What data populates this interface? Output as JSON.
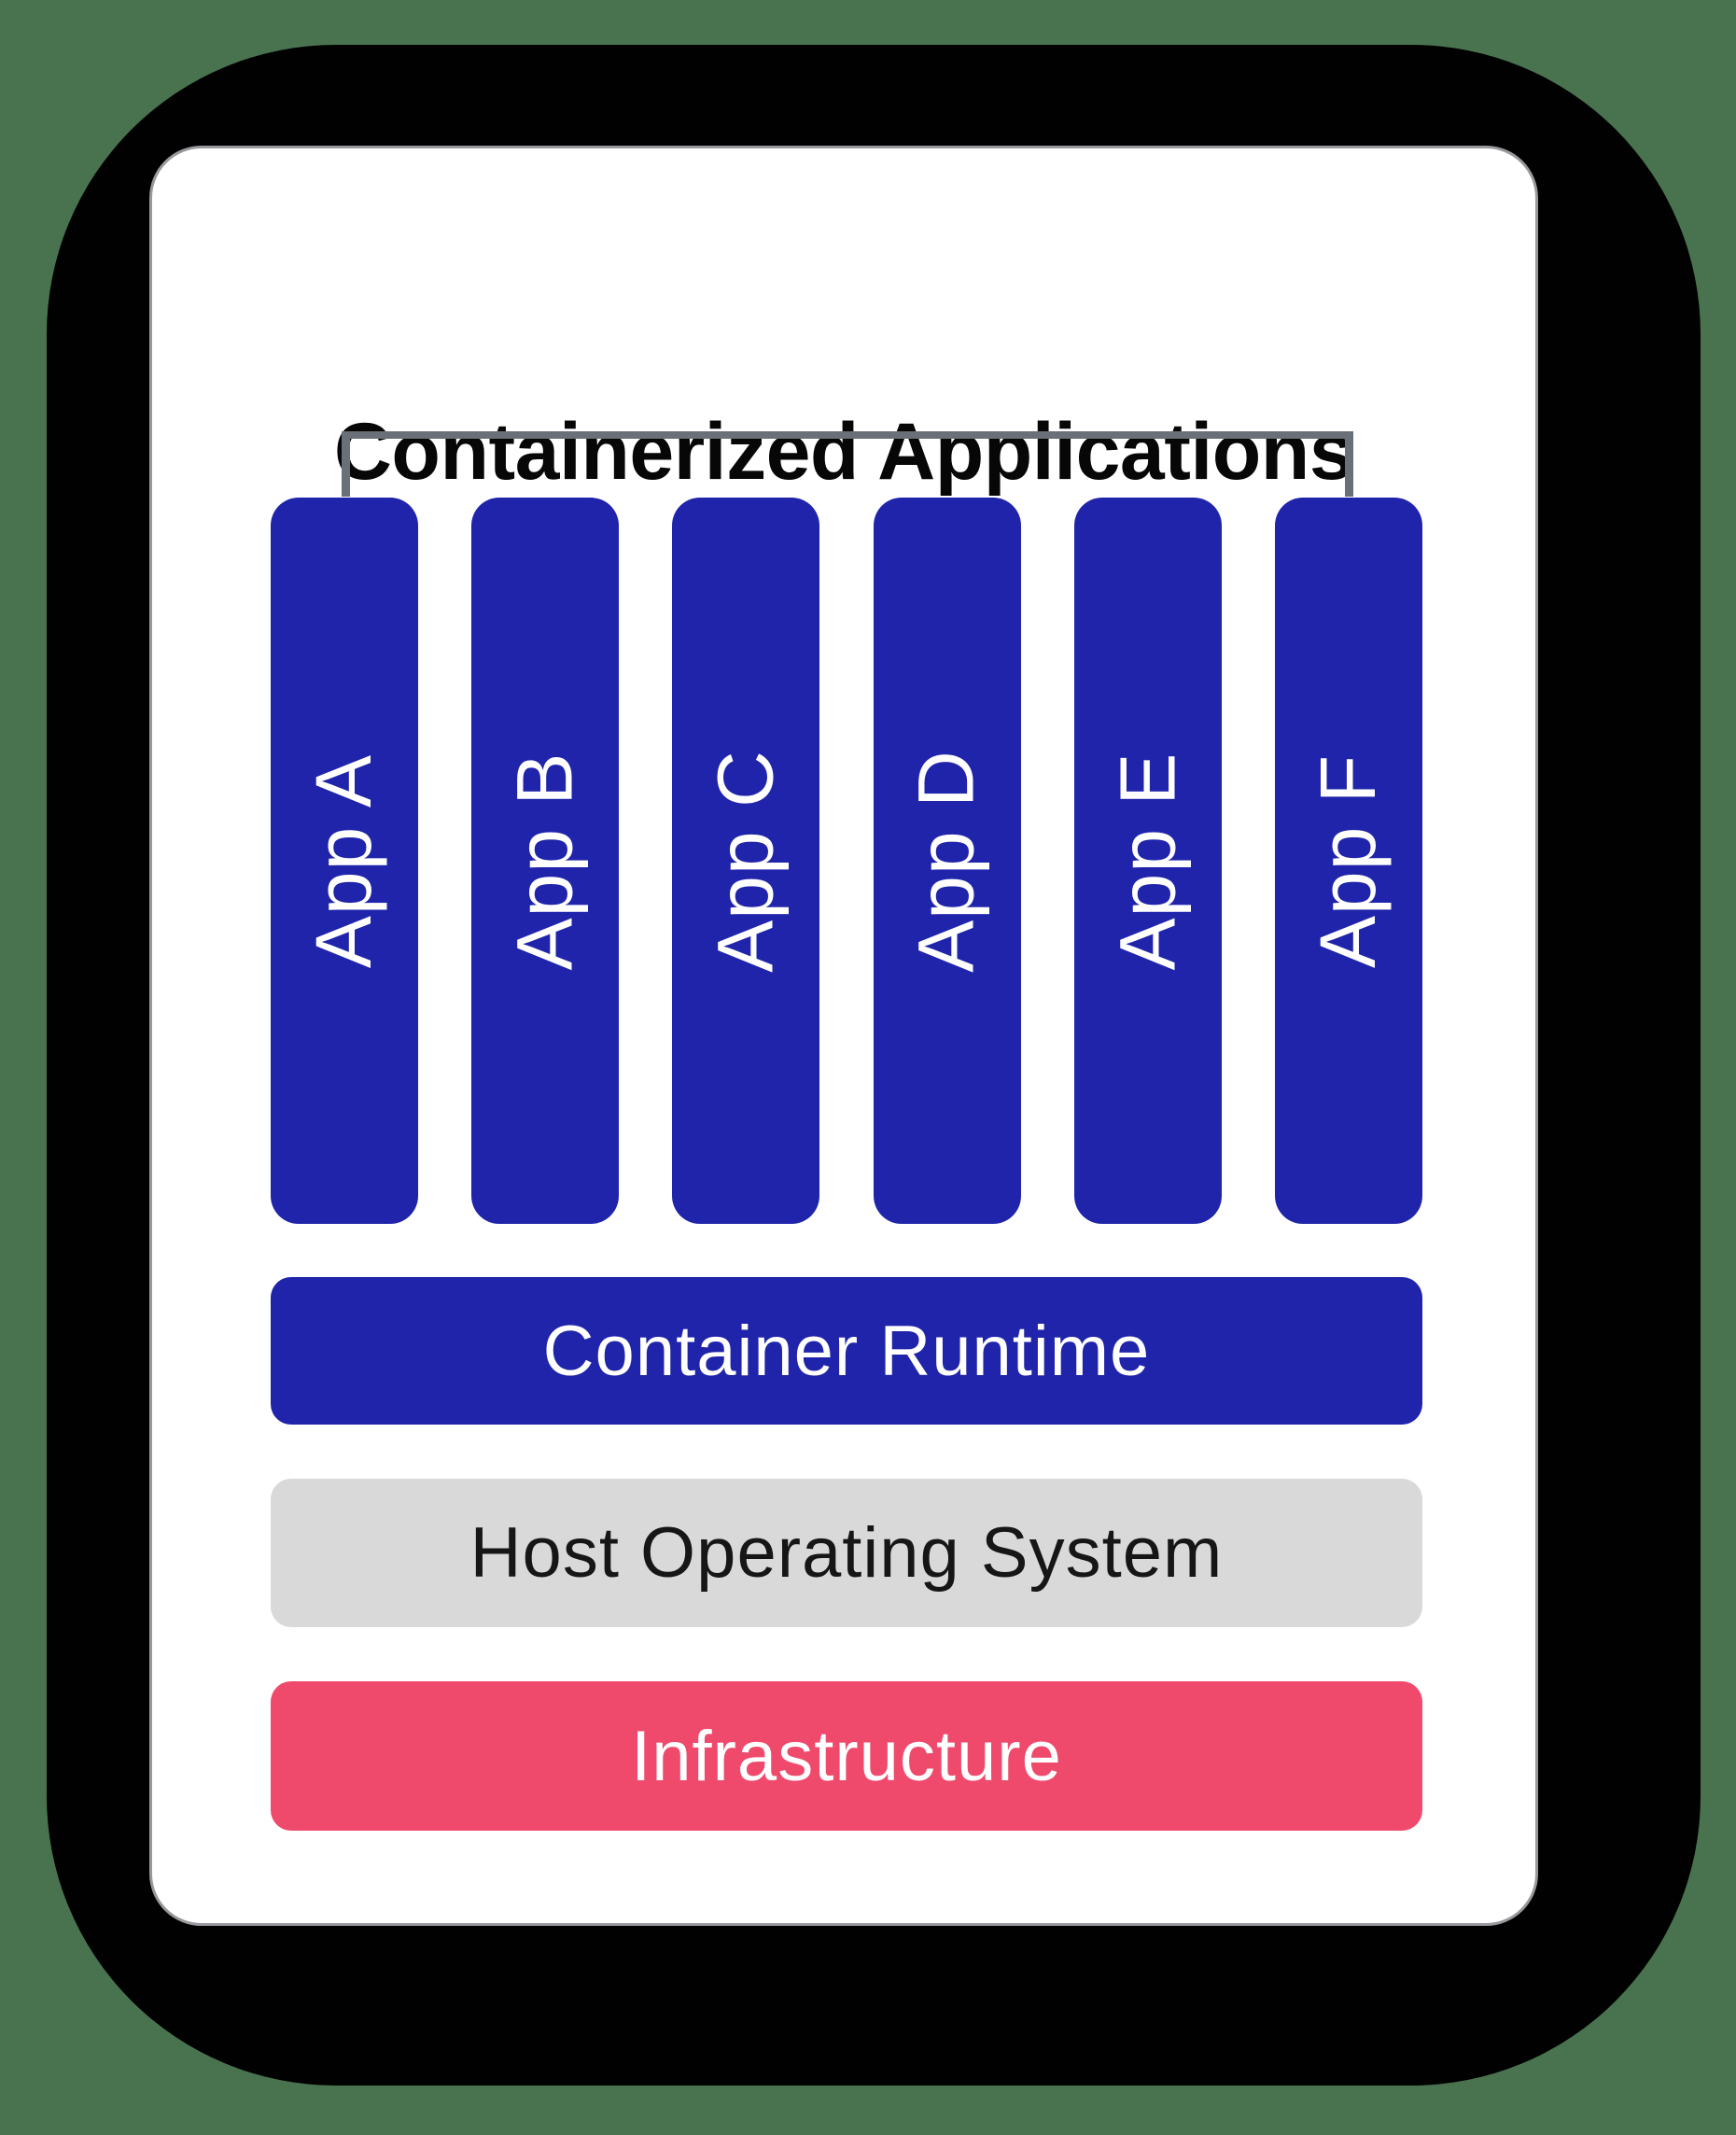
{
  "diagram": {
    "title": "Containerized Applications",
    "app_containers": [
      "App A",
      "App B",
      "App C",
      "App D",
      "App E",
      "App F"
    ],
    "layers": [
      {
        "label": "Container Runtime"
      },
      {
        "label": "Host Operating System"
      },
      {
        "label": "Infrastructure"
      }
    ]
  },
  "colors": {
    "page_background": "#49734F",
    "shadow_panel": "#010101",
    "card_background": "#FFFFFF",
    "card_border": "#97999C",
    "app_container_blue": "#1F24AA",
    "container_runtime_blue": "#1F24AA",
    "host_os_gray": "#D9D9D9",
    "infrastructure_pink": "#EF4A6C",
    "connector_gray": "#6A7078",
    "title_text": "#070707",
    "light_text": "#FFFFFF",
    "dark_text": "#161616"
  }
}
